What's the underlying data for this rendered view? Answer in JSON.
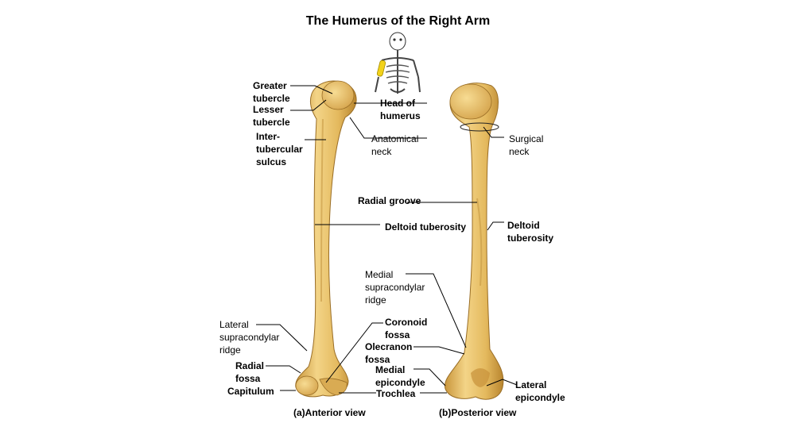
{
  "title": "The Humerus of the Right Arm",
  "colors": {
    "bone": "#e8c46a",
    "bone_shadow": "#b98a34",
    "highlight": "#f7dc93",
    "skeleton_arm": "#f2d21a"
  },
  "anterior": {
    "view_label": "(a)Anterior view",
    "labels": {
      "greater_tubercle": "Greater\ntubercle",
      "lesser_tubercle": "Lesser\ntubercle",
      "intertubercular_sulcus": "Inter-\ntubercular\nsulcus",
      "head_of_humerus": "Head of\nhumerus",
      "anatomical_neck": "Anatomical\nneck",
      "deltoid_tuberosity": "Deltoid tuberosity",
      "lateral_supracondylar_ridge": "Lateral\nsupracondylar\nridge",
      "radial_fossa": "Radial\nfossa",
      "capitulum": "Capitulum",
      "coronoid_fossa": "Coronoid\nfossa",
      "trochlea": "Trochlea"
    }
  },
  "posterior": {
    "view_label": "(b)Posterior view",
    "labels": {
      "surgical_neck": "Surgical\nneck",
      "radial_groove": "Radial groove",
      "deltoid_tuberosity": "Deltoid\ntuberosity",
      "medial_supracondylar_ridge": "Medial\nsupracondylar\nridge",
      "olecranon_fossa": "Olecranon\nfossa",
      "medial_epicondyle": "Medial\nepicondyle",
      "lateral_epicondyle": "Lateral\nepicondyle"
    }
  }
}
